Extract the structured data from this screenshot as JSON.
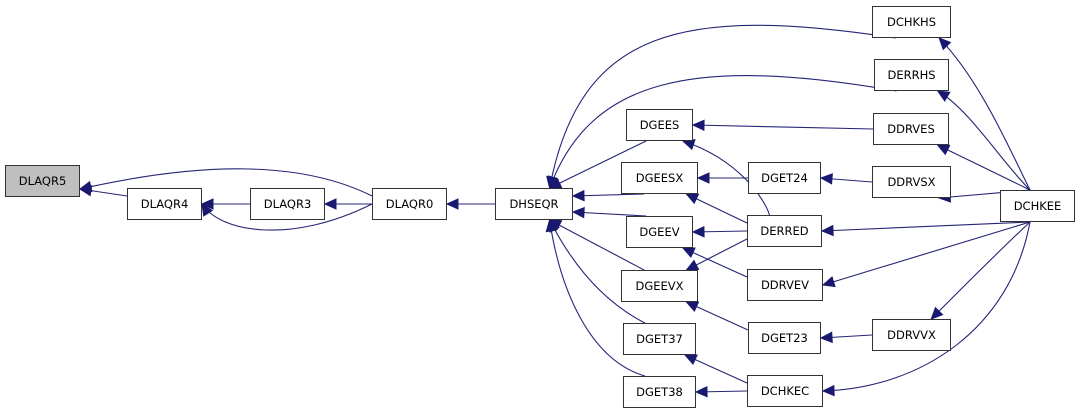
{
  "graph": {
    "type": "caller-graph",
    "edge_color": "#191970",
    "root_fill": "#bfbfbf",
    "nodes": [
      {
        "id": "DLAQR5",
        "label": "DLAQR5",
        "root": true
      },
      {
        "id": "DLAQR4",
        "label": "DLAQR4"
      },
      {
        "id": "DLAQR3",
        "label": "DLAQR3"
      },
      {
        "id": "DLAQR0",
        "label": "DLAQR0"
      },
      {
        "id": "DHSEQR",
        "label": "DHSEQR"
      },
      {
        "id": "DGEES",
        "label": "DGEES"
      },
      {
        "id": "DGEESX",
        "label": "DGEESX"
      },
      {
        "id": "DGEEV",
        "label": "DGEEV"
      },
      {
        "id": "DGEEVX",
        "label": "DGEEVX"
      },
      {
        "id": "DGET37",
        "label": "DGET37"
      },
      {
        "id": "DGET38",
        "label": "DGET38"
      },
      {
        "id": "DGET24",
        "label": "DGET24"
      },
      {
        "id": "DERRED",
        "label": "DERRED"
      },
      {
        "id": "DDRVEV",
        "label": "DDRVEV"
      },
      {
        "id": "DGET23",
        "label": "DGET23"
      },
      {
        "id": "DCHKEC",
        "label": "DCHKEC"
      },
      {
        "id": "DCHKHS",
        "label": "DCHKHS"
      },
      {
        "id": "DERRHS",
        "label": "DERRHS"
      },
      {
        "id": "DDRVES",
        "label": "DDRVES"
      },
      {
        "id": "DDRVSX",
        "label": "DDRVSX"
      },
      {
        "id": "DDRVVX",
        "label": "DDRVVX"
      },
      {
        "id": "DCHKEE",
        "label": "DCHKEE"
      }
    ],
    "edges": [
      {
        "from": "DLAQR0",
        "to": "DLAQR5"
      },
      {
        "from": "DLAQR4",
        "to": "DLAQR5"
      },
      {
        "from": "DLAQR3",
        "to": "DLAQR4"
      },
      {
        "from": "DLAQR0",
        "to": "DLAQR4"
      },
      {
        "from": "DLAQR0",
        "to": "DLAQR3"
      },
      {
        "from": "DHSEQR",
        "to": "DLAQR0"
      },
      {
        "from": "DCHKHS",
        "to": "DHSEQR"
      },
      {
        "from": "DERRHS",
        "to": "DHSEQR"
      },
      {
        "from": "DGEES",
        "to": "DHSEQR"
      },
      {
        "from": "DGEESX",
        "to": "DHSEQR"
      },
      {
        "from": "DGEEV",
        "to": "DHSEQR"
      },
      {
        "from": "DGEEVX",
        "to": "DHSEQR"
      },
      {
        "from": "DGET37",
        "to": "DHSEQR"
      },
      {
        "from": "DGET38",
        "to": "DHSEQR"
      },
      {
        "from": "DDRVES",
        "to": "DGEES"
      },
      {
        "from": "DERRED",
        "to": "DGEES"
      },
      {
        "from": "DGET24",
        "to": "DGEESX"
      },
      {
        "from": "DERRED",
        "to": "DGEESX"
      },
      {
        "from": "DERRED",
        "to": "DGEEV"
      },
      {
        "from": "DDRVEV",
        "to": "DGEEV"
      },
      {
        "from": "DERRED",
        "to": "DGEEVX"
      },
      {
        "from": "DGET23",
        "to": "DGEEVX"
      },
      {
        "from": "DCHKEC",
        "to": "DGET37"
      },
      {
        "from": "DCHKEC",
        "to": "DGET38"
      },
      {
        "from": "DDRVSX",
        "to": "DGET24"
      },
      {
        "from": "DCHKEE",
        "to": "DERRED"
      },
      {
        "from": "DCHKEE",
        "to": "DDRVEV"
      },
      {
        "from": "DDRVVX",
        "to": "DGET23"
      },
      {
        "from": "DCHKEE",
        "to": "DCHKEC"
      },
      {
        "from": "DCHKEE",
        "to": "DCHKHS"
      },
      {
        "from": "DCHKEE",
        "to": "DERRHS"
      },
      {
        "from": "DCHKEE",
        "to": "DDRVES"
      },
      {
        "from": "DCHKEE",
        "to": "DDRVSX"
      },
      {
        "from": "DCHKEE",
        "to": "DDRVVX"
      }
    ]
  }
}
